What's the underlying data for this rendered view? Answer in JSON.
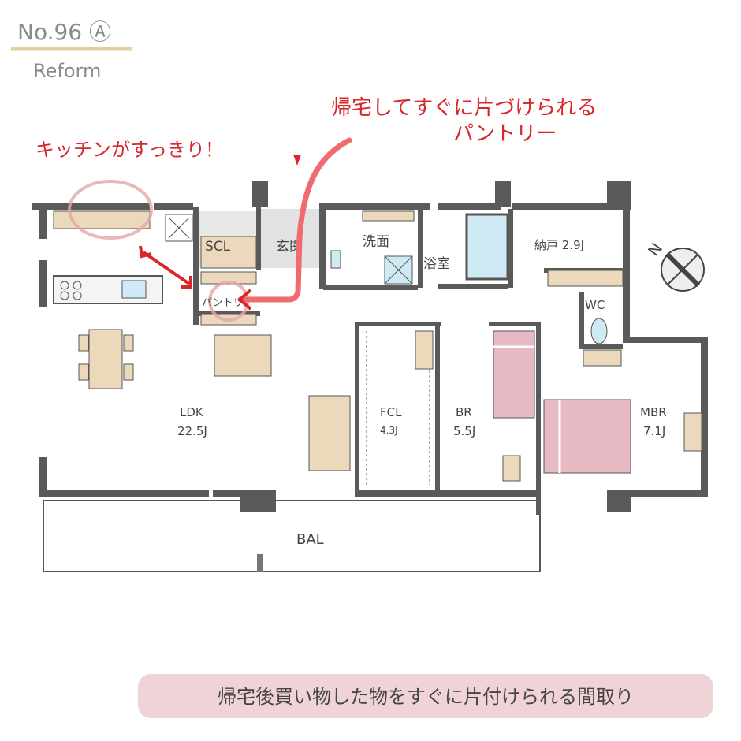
{
  "header": {
    "plan_number": "No.96 Ⓐ",
    "subtitle": "Reform"
  },
  "annotations": {
    "pantry_note_line1": "帰宅してすぐに片づけられる",
    "pantry_note_line2": "パントリー",
    "kitchen_note": "キッチンがすっきり！"
  },
  "rooms": {
    "scl": "SCL",
    "entrance": "玄関",
    "washroom": "洗面",
    "bathroom": "浴室",
    "storage": "納戸 2.9J",
    "wc": "WC",
    "pantry": "パントリー",
    "ldk_name": "LDK",
    "ldk_size": "22.5J",
    "fcl_name": "FCL",
    "fcl_size": "4.3J",
    "br_name": "BR",
    "br_size": "5.5J",
    "mbr_name": "MBR",
    "mbr_size": "7.1J",
    "balcony": "BAL"
  },
  "compass": {
    "label": "N"
  },
  "footer": {
    "caption": "帰宅後買い物した物をすぐに片付けられる間取り"
  },
  "colors": {
    "accent_red": "#d8262a",
    "furniture": "#ecd9bb",
    "bed": "#e6b9c3",
    "wall": "#4a4a4a",
    "water": "#cfeaf5",
    "caption_bg": "#f0d3d6"
  }
}
